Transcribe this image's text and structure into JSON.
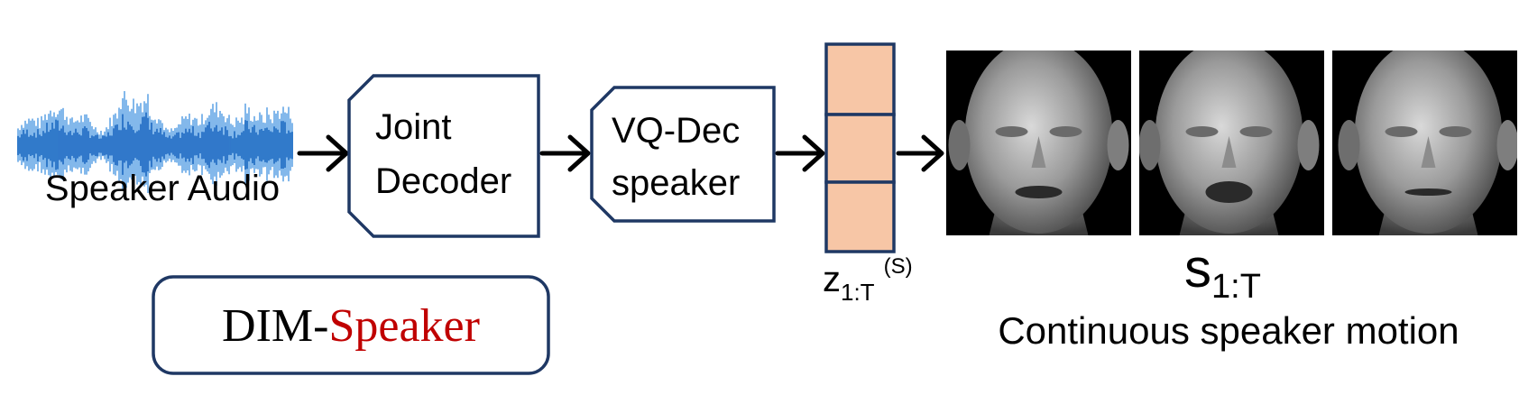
{
  "input": {
    "label": "Speaker Audio"
  },
  "joint_decoder": {
    "line1": "Joint",
    "line2": "Decoder"
  },
  "vq_dec": {
    "line1": "VQ-Dec",
    "line2": "speaker"
  },
  "codes": {
    "count": 3,
    "fill_color": "#f7c6a6",
    "label_main": "z",
    "label_sub": "1:T",
    "label_sup": "(S)"
  },
  "motion": {
    "symbol_main": "s",
    "symbol_sub": "1:T",
    "caption": "Continuous speaker motion",
    "frame_count": 3
  },
  "model_badge": {
    "prefix": "DIM-",
    "suffix": "Speaker",
    "prefix_color": "#000000",
    "suffix_color": "#c00000"
  },
  "colors": {
    "box_border": "#1f3864",
    "waveform_dark": "#1565c0",
    "waveform_light": "#64a6e6",
    "arrow": "#000000"
  }
}
